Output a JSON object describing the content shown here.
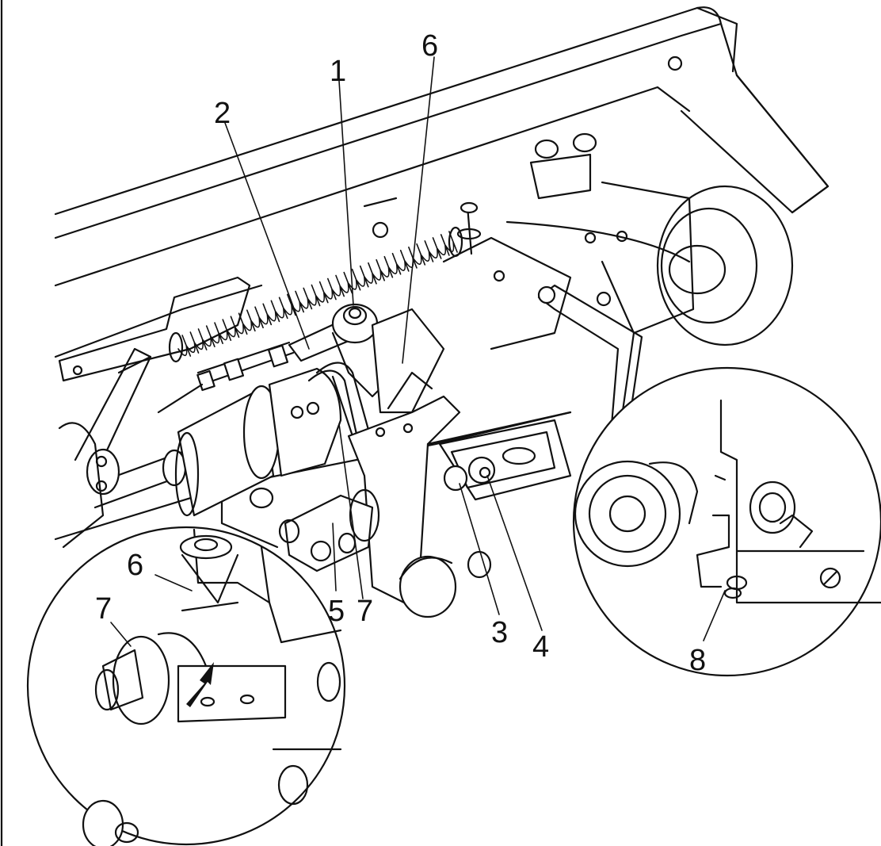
{
  "callouts": {
    "c1": "1",
    "c2": "2",
    "c3": "3",
    "c4": "4",
    "c5": "5",
    "c6": "6",
    "c6_detail": "6",
    "c7": "7",
    "c7_detail": "7",
    "c8": "8"
  },
  "colors": {
    "ink": "#111111",
    "paper": "#ffffff"
  },
  "icons": {
    "direction_arrow": "arrow-pointer-icon"
  }
}
